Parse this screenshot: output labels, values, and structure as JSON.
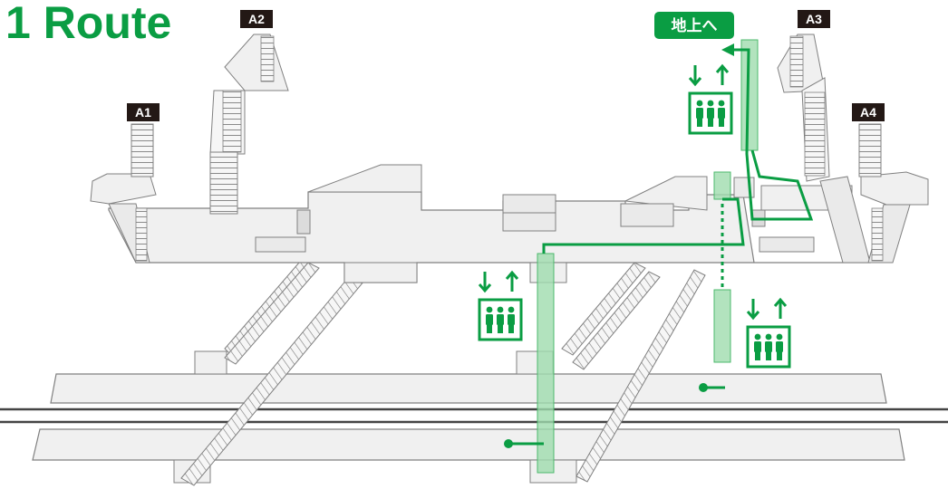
{
  "title": "1 Route",
  "exits": [
    {
      "id": "a1",
      "label": "A1"
    },
    {
      "id": "a2",
      "label": "A2"
    },
    {
      "id": "a3",
      "label": "A3"
    },
    {
      "id": "a4",
      "label": "A4"
    }
  ],
  "to_ground": "地上へ",
  "colors": {
    "route": "#0a9d43",
    "elevator_shaft": "#9fdcae",
    "structure_fill": "#f0f0f0",
    "structure_stroke": "#808080",
    "exit_badge": "#231815",
    "rail": "#444444"
  },
  "icons": [
    "elevator-icon"
  ]
}
